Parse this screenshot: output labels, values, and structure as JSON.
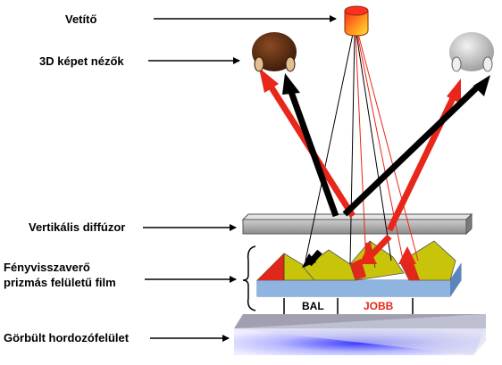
{
  "labels": {
    "projector": "Vetítő",
    "viewers": "3D képet nézők",
    "diffuser": "Vertikális diffúzor",
    "film_line1": "Fényvisszaverő",
    "film_line2": "prizmás felületű film",
    "substrate": "Görbült hordozófelület"
  },
  "channels": {
    "left": "BAL",
    "right": "JOBB"
  },
  "colors": {
    "left_channel": "#000000",
    "right_channel": "#e8261a",
    "prism_face": "#c8c40a",
    "film_base": "#7fa6d6",
    "viewer_left": "#5a2a10",
    "viewer_right": "#c8c8c8"
  }
}
